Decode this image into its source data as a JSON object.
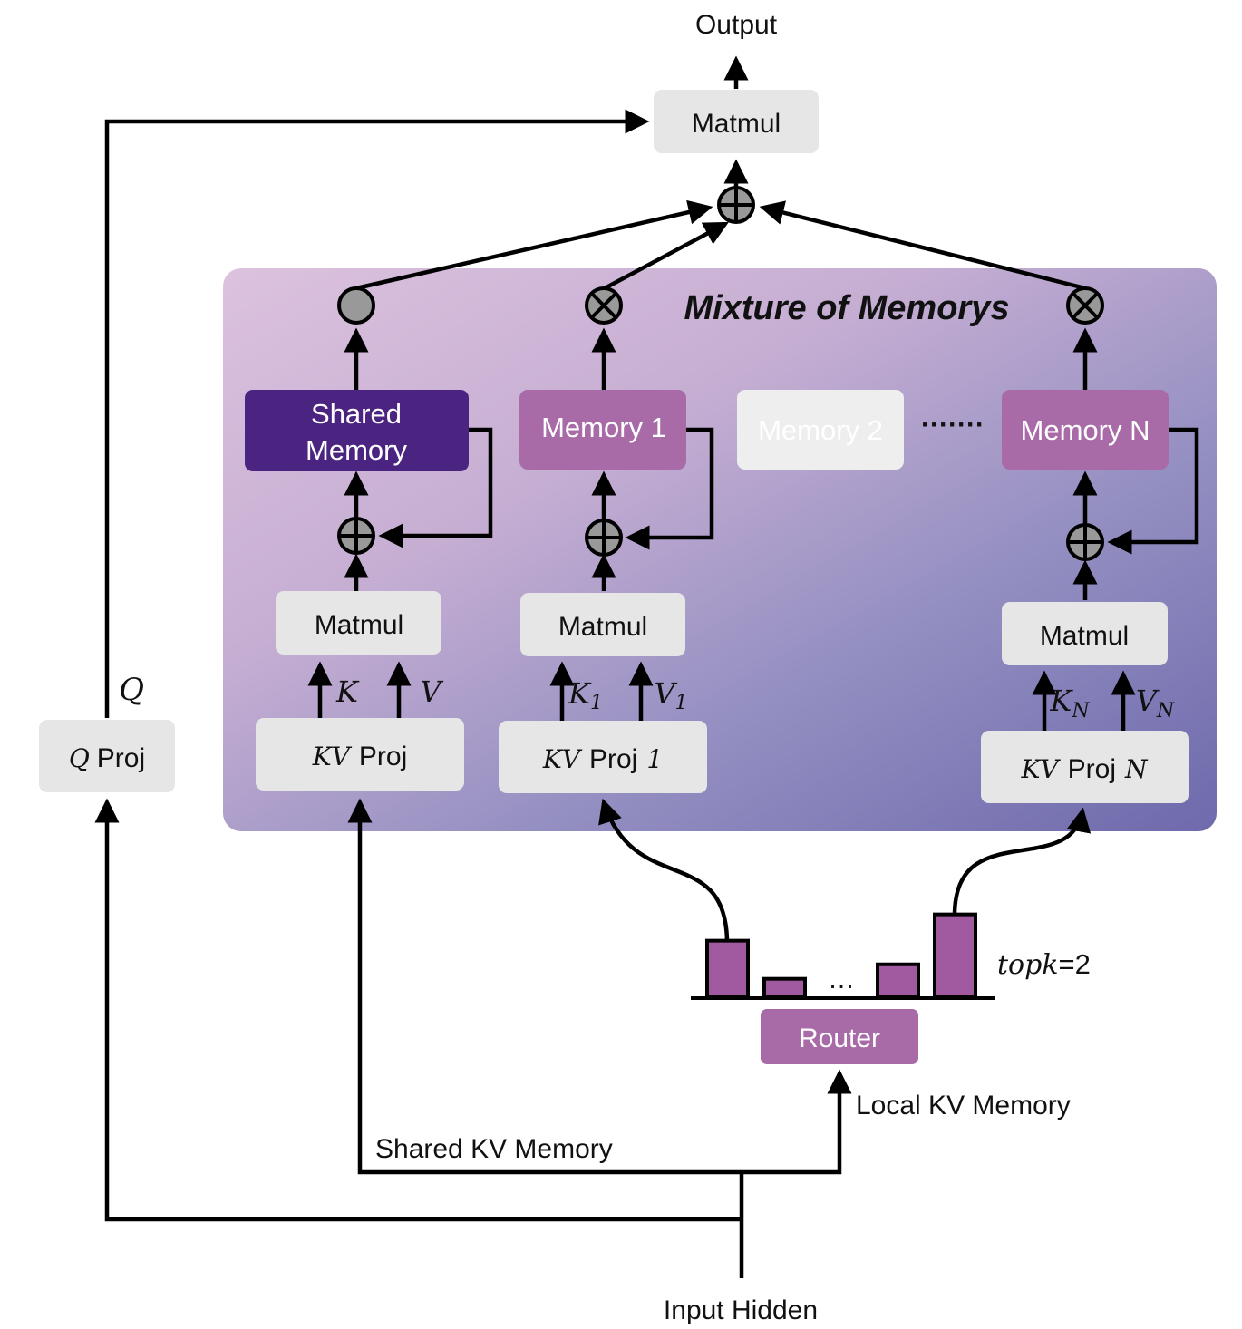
{
  "labels": {
    "output": "Output",
    "input_hidden": "Input Hidden",
    "moe_title": "Mixture of Memorys",
    "q_symbol": "Q",
    "q_proj": "Proj",
    "q_proj_sym": "Q",
    "kv_sym": "KV",
    "proj": "Proj",
    "matmul": "Matmul",
    "shared_memory_line1": "Shared",
    "shared_memory_line2": "Memory",
    "memory_1": "Memory 1",
    "memory_2": "Memory 2",
    "memory_n": "Memory N",
    "ellipsis_dots": "·······",
    "k": "K",
    "v": "V",
    "k1": "K",
    "v1": "V",
    "kn": "K",
    "vn": "V",
    "sub_1": "1",
    "sub_n": "N",
    "proj_1_suffix": "1",
    "proj_n_suffix": "N",
    "router": "Router",
    "topk_sym": "topk",
    "topk_val": "=2",
    "bar_ellipsis": "…",
    "shared_kv_memory": "Shared KV Memory",
    "local_kv_memory": "Local KV Memory"
  },
  "router_scores": [
    0.43,
    0.14,
    0.25,
    0.63
  ],
  "colors": {
    "box_gray": "#e6e6e6",
    "shared_memory": "#4b2380",
    "memory_active": "#a86ba8",
    "memory_inactive": "#eeeeee",
    "router": "#a86ba8",
    "bar_fill": "#a15aa0",
    "panel_start": "#dcc2de",
    "panel_end": "#6e6aac",
    "node_fill": "#999999"
  }
}
